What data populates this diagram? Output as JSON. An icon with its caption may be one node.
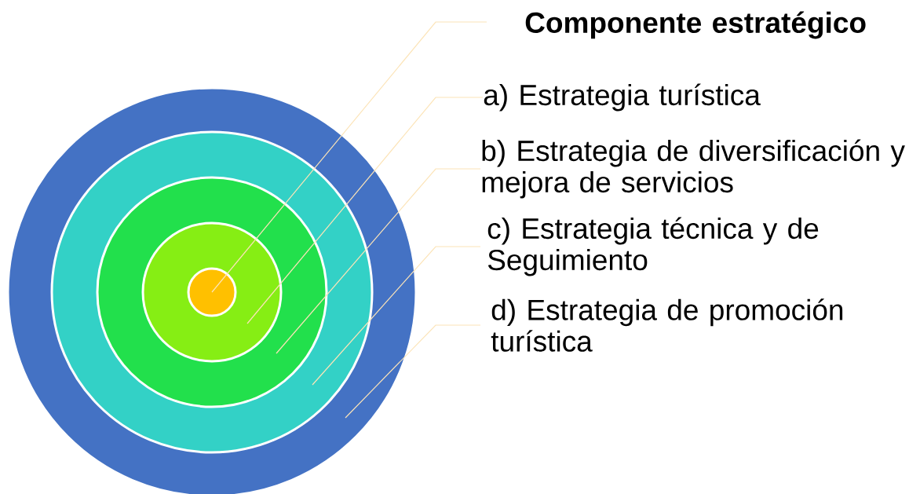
{
  "diagram": {
    "nodes": [
      {
        "text": [],
        "shape": "circle"
      },
      {
        "text": [],
        "shape": "circle",
        "in": 0
      },
      {
        "text": [],
        "shape": "circle",
        "in": 1
      },
      {
        "text": [],
        "shape": "circle",
        "in": 2
      },
      {
        "text": [],
        "shape": "circle",
        "in": 3
      },
      {
        "text": [
          "Componente estratégico"
        ]
      },
      {
        "text": [
          "a) Estrategia turística"
        ]
      },
      {
        "text": [
          "b) Estrategia de diversificación y mejora de servicios"
        ]
      },
      {
        "text": [
          "c) Estrategia técnica y de Seguimiento"
        ]
      },
      {
        "text": [
          "d) Estrategia de promoción turística"
        ]
      }
    ],
    "edges": [
      {
        "from": 5,
        "to": 4,
        "arrow": "none"
      },
      {
        "from": 6,
        "to": 3,
        "arrow": "none"
      },
      {
        "from": 7,
        "to": 2,
        "arrow": "none"
      },
      {
        "from": 8,
        "to": 1,
        "arrow": "none"
      },
      {
        "from": 9,
        "to": 0,
        "arrow": "none"
      }
    ]
  }
}
